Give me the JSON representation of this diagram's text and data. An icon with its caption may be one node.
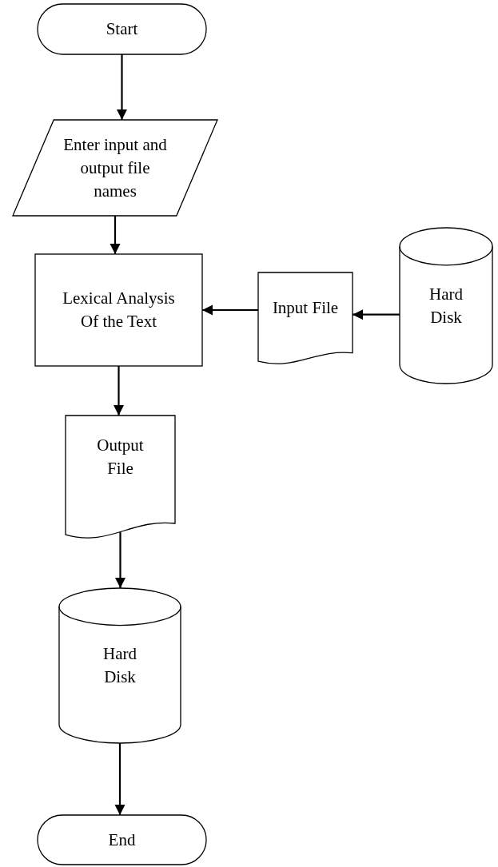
{
  "diagram": {
    "nodes": [
      {
        "text": [
          "Start"
        ]
      },
      {
        "text": [
          "Enter input and output file names"
        ]
      },
      {
        "text": [
          "Lexical Analysis Of the Text"
        ]
      },
      {
        "text": [
          "Input File"
        ]
      },
      {
        "text": [
          "Hard Disk"
        ]
      },
      {
        "text": [
          "Output File"
        ]
      },
      {
        "text": [
          "Hard Disk"
        ]
      },
      {
        "text": [
          "End"
        ]
      }
    ],
    "edges": [
      {
        "from": 0,
        "to": 1,
        "arrow": "to"
      },
      {
        "from": 1,
        "to": 2,
        "arrow": "to"
      },
      {
        "from": 4,
        "to": 3,
        "arrow": "to"
      },
      {
        "from": 3,
        "to": 2,
        "arrow": "to"
      },
      {
        "from": 2,
        "to": 5,
        "arrow": "to"
      },
      {
        "from": 5,
        "to": 6,
        "arrow": "to"
      },
      {
        "from": 6,
        "to": 7,
        "arrow": "to"
      }
    ]
  }
}
